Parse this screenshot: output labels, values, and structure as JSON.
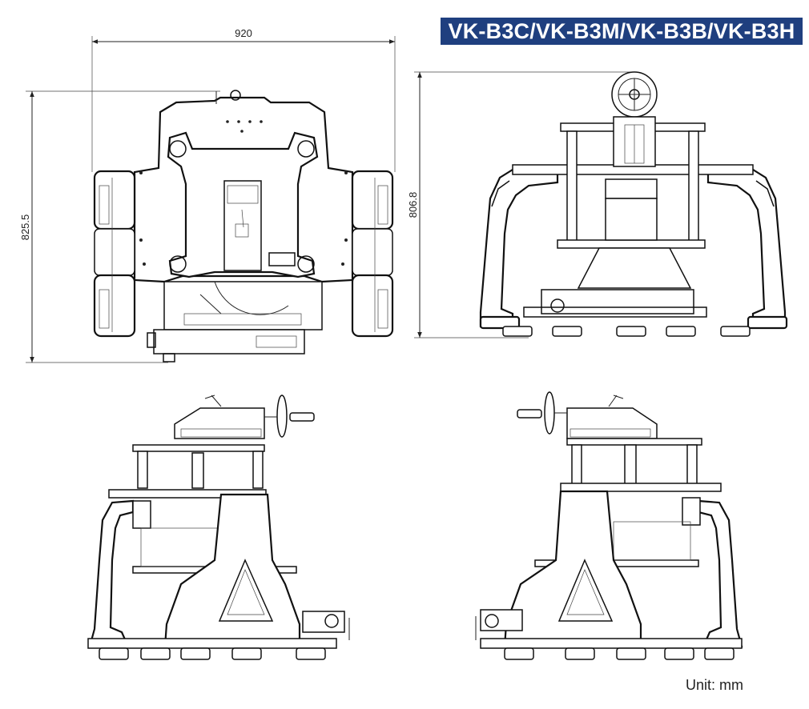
{
  "title": "VK-B3C/VK-B3M/VK-B3B/VK-B3H",
  "unit": "Unit: mm",
  "dimensions": {
    "top_width": "920",
    "top_height": "825.5",
    "front_height": "806.8"
  },
  "colors": {
    "title_background": "#1f3f7f",
    "title_text": "#ffffff",
    "line": "#222222"
  },
  "views": [
    "top-view",
    "front-view",
    "left-side-view",
    "right-side-view"
  ]
}
